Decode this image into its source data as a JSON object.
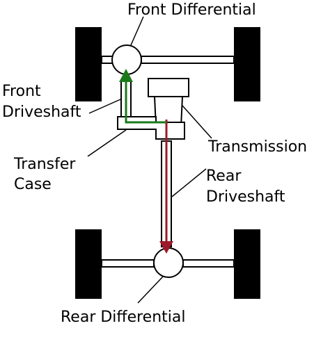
{
  "labels": {
    "front_differential": "Front Differential",
    "front_driveshaft_line1": "Front",
    "front_driveshaft_line2": "Driveshaft",
    "transmission": "Transmission",
    "transfer_case_line1": "Transfer",
    "transfer_case_line2": "Case",
    "rear_driveshaft_line1": "Rear",
    "rear_driveshaft_line2": "Driveshaft",
    "rear_differential": "Rear Differential"
  },
  "colors": {
    "front_power_flow": "#1a7a1a",
    "rear_power_flow": "#9b1b2a",
    "wheels": "#000000",
    "outline": "#000000"
  },
  "icons": {
    "front_power_arrow": "arrow-up",
    "rear_power_arrow": "arrow-down"
  }
}
